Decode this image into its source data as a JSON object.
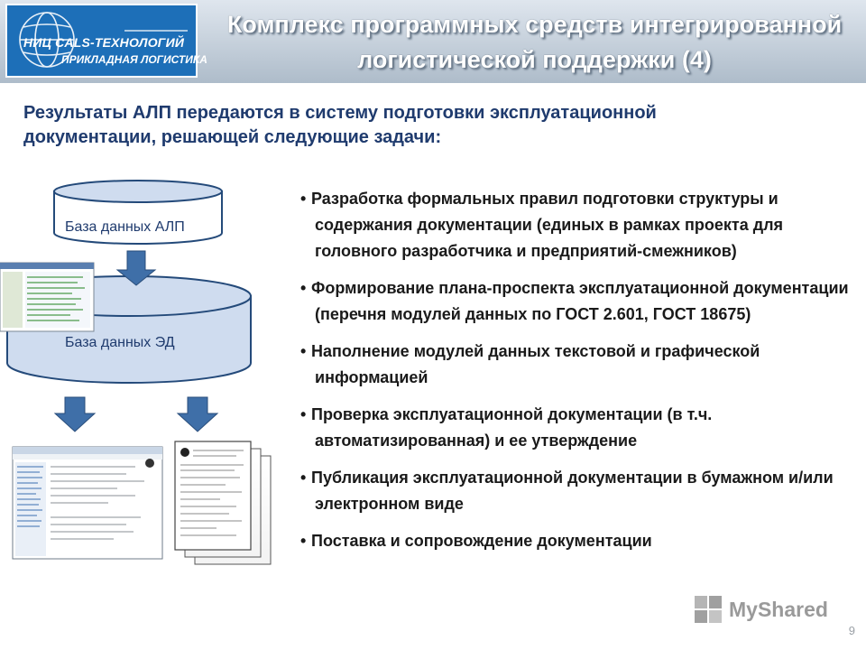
{
  "logo": {
    "line1": "НИЦ CALS-ТЕХНОЛОГИЙ",
    "line2": "ПРИКЛАДНАЯ ЛОГИСТИКА"
  },
  "header": {
    "title_line1": "Комплекс программных средств интегрированной",
    "title_line2": "логистической поддержки (4)"
  },
  "subtitle": {
    "line1": "Результаты АЛП передаются в систему подготовки эксплуатационной",
    "line2": "документации, решающей следующие задачи:"
  },
  "diagram": {
    "db_alp": "База данных АЛП",
    "db_ed": "База данных ЭД"
  },
  "bullets": [
    "Разработка формальных правил подготовки структуры и содержания документации (единых в рамках проекта для головного разработчика и предприятий-смежников)",
    "Формирование плана-проспекта эксплуатационной документации (перечня модулей данных по ГОСТ 2.601, ГОСТ 18675)",
    "Наполнение модулей данных текстовой и графической информацией",
    "Проверка эксплуатационной документации (в т.ч. автоматизированная) и ее утверждение",
    "Публикация эксплуатационной документации в бумажном и/или электронном виде",
    "Поставка и сопровождение документации"
  ],
  "bullet_char": "•",
  "watermark": "MyShared",
  "slide_number": "9"
}
